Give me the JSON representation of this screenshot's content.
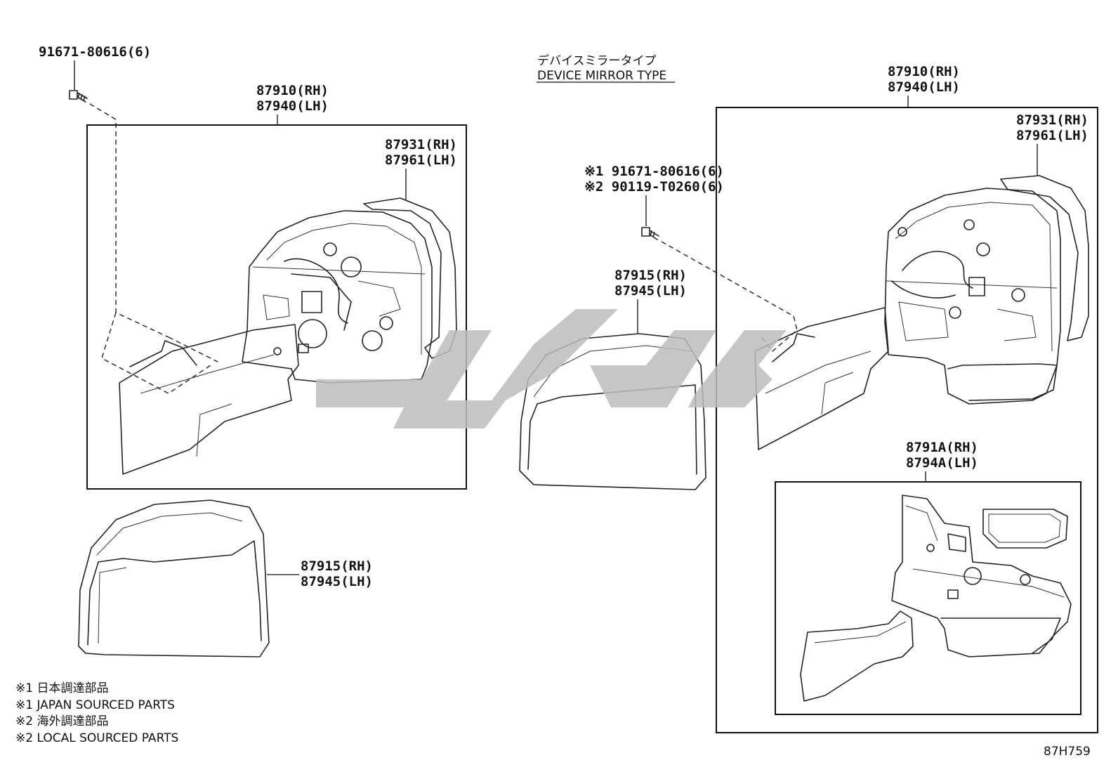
{
  "header": {
    "device_type_jp": "デバイスミラータイプ",
    "device_type_en": "DEVICE MIRROR TYPE"
  },
  "left_group": {
    "screw": "91671-80616(6)",
    "assembly": [
      "87910(RH)",
      "87940(LH)"
    ],
    "housing": [
      "87931(RH)",
      "87961(LH)"
    ],
    "cover": [
      "87915(RH)",
      "87945(LH)"
    ]
  },
  "middle_group": {
    "screw_1": "※1 91671-80616(6)",
    "screw_2": "※2 90119-T0260(6)",
    "cover": [
      "87915(RH)",
      "87945(LH)"
    ]
  },
  "right_group": {
    "assembly": [
      "87910(RH)",
      "87940(LH)"
    ],
    "housing": [
      "87931(RH)",
      "87961(LH)"
    ],
    "sub_assembly": [
      "8791A(RH)",
      "8794A(LH)"
    ]
  },
  "notes": [
    "※1 日本調達部品",
    "※1 JAPAN SOURCED PARTS",
    "※2 海外調達部品",
    "※2 LOCAL SOURCED PARTS"
  ],
  "diagram_code": "87H759"
}
